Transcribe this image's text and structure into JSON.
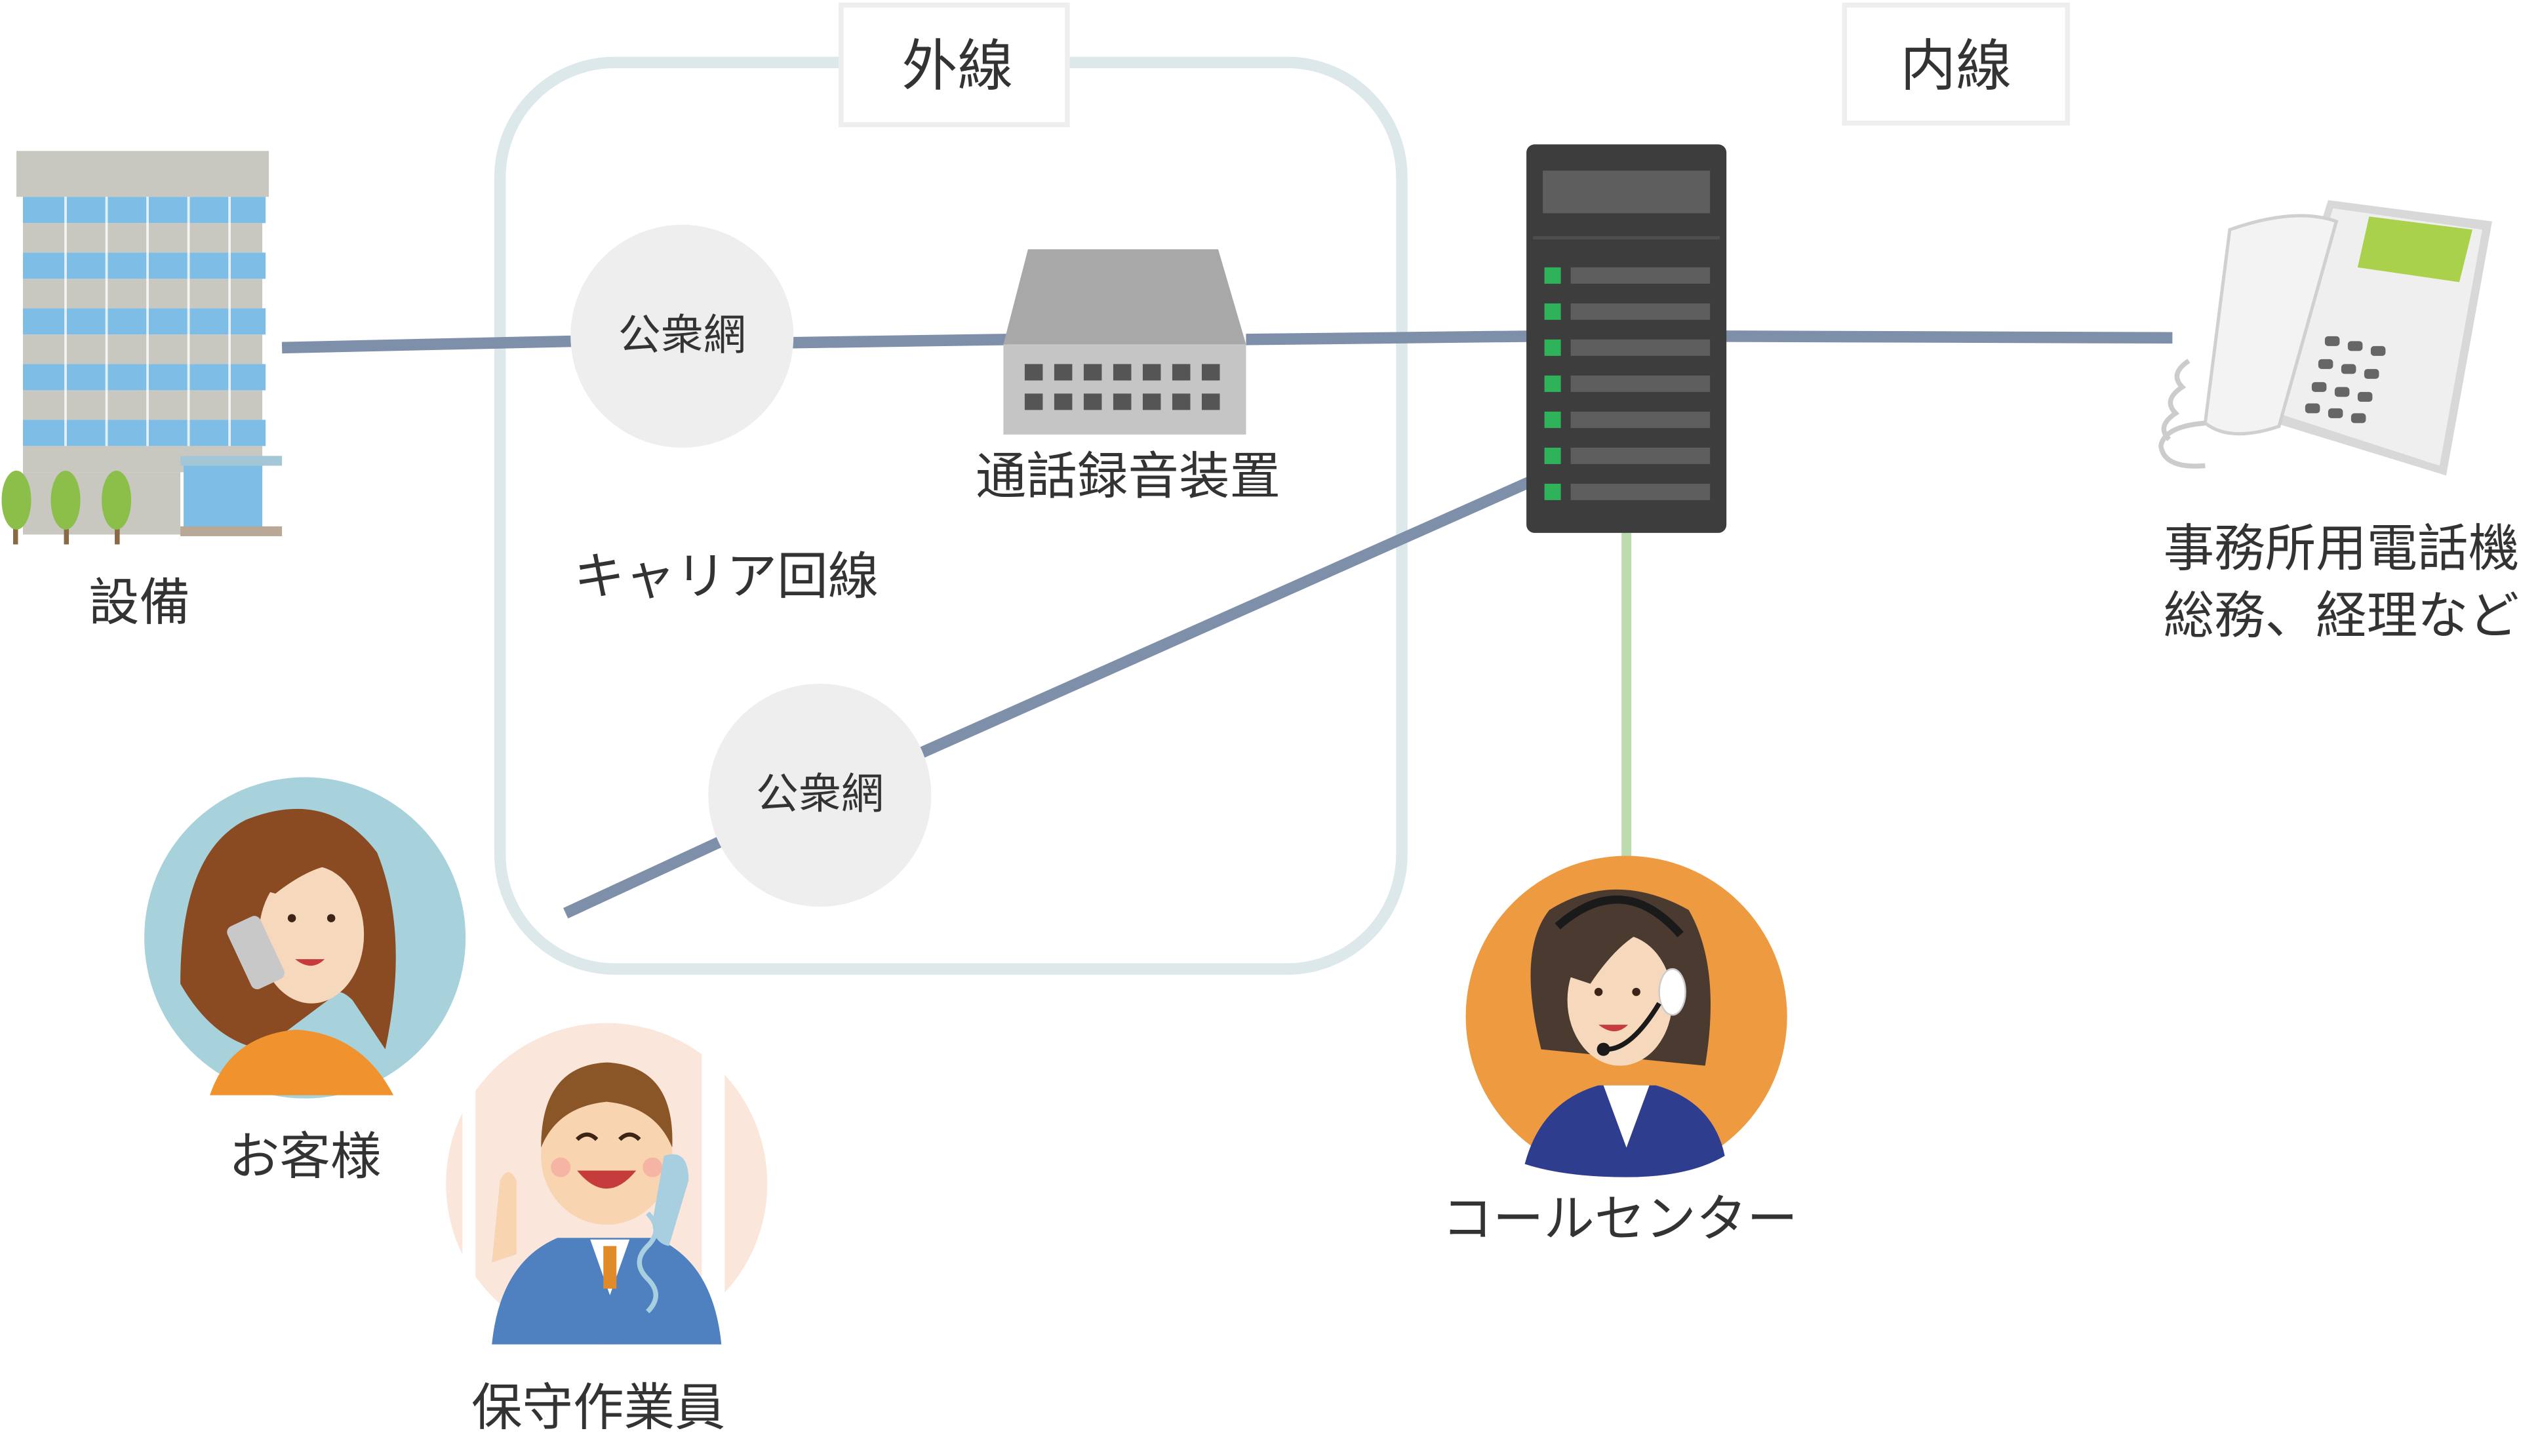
{
  "header": {
    "external_line": "外線",
    "internal_line": "内線"
  },
  "nodes": {
    "facility": "設備",
    "public_network_top": "公衆網",
    "public_network_bottom": "公衆網",
    "recorder": "通話録音装置",
    "carrier_line": "キャリア回線",
    "office_phone_line1": "事務所用電話機",
    "office_phone_line2": "総務、経理など",
    "customer": "お客様",
    "maintenance_worker": "保守作業員",
    "call_center": "コールセンター"
  },
  "colors": {
    "line": "#7e8fa9",
    "internal_link": "#bcdcae",
    "carrier_frame": "#dde8ea",
    "cloud": "#eeeeee",
    "server": "#3d3d3d",
    "server_led": "#2fb35a",
    "customer_bg": "#a8d2db",
    "worker_bg": "#fbe6db",
    "operator_bg": "#ee9a41"
  },
  "icons": {
    "facility": "office-building-icon",
    "recorder": "call-recorder-device-icon",
    "server": "pbx-server-icon",
    "phone": "office-telephone-icon",
    "customer": "customer-on-phone-icon",
    "worker": "maintenance-worker-icon",
    "operator": "call-center-operator-icon"
  }
}
